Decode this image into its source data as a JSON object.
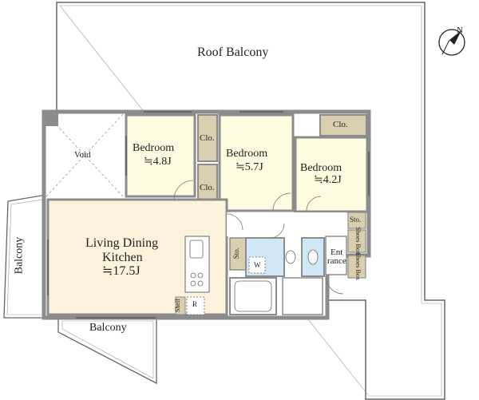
{
  "labels": {
    "roof_balcony": "Roof Balcony",
    "void": "Void",
    "bedroom1": {
      "name": "Bedroom",
      "size": "≒4.8J"
    },
    "bedroom2": {
      "name": "Bedroom",
      "size": "≒5.7J"
    },
    "bedroom3": {
      "name": "Bedroom",
      "size": "≒4.2J"
    },
    "closet": "Clo.",
    "ldk": {
      "line1": "Living Dining",
      "line2": "Kitchen",
      "size": "≒17.5J"
    },
    "balcony_left": "Balcony",
    "balcony_bottom": "Balcony",
    "storage": "Sto.",
    "shoes_box": "Shoes Box",
    "entrance_line1": "Ent",
    "entrance_line2": "rance",
    "washer": "W",
    "shelf": "Shelf",
    "refrigerator": "R",
    "north": "N"
  },
  "colors": {
    "wall": "#8c8c8c",
    "bedroom_fill": "#fffbe0",
    "ldk_fill": "#fdf3dd",
    "closet_fill": "#d9cfae",
    "wet_fill": "#d2e7f5"
  }
}
